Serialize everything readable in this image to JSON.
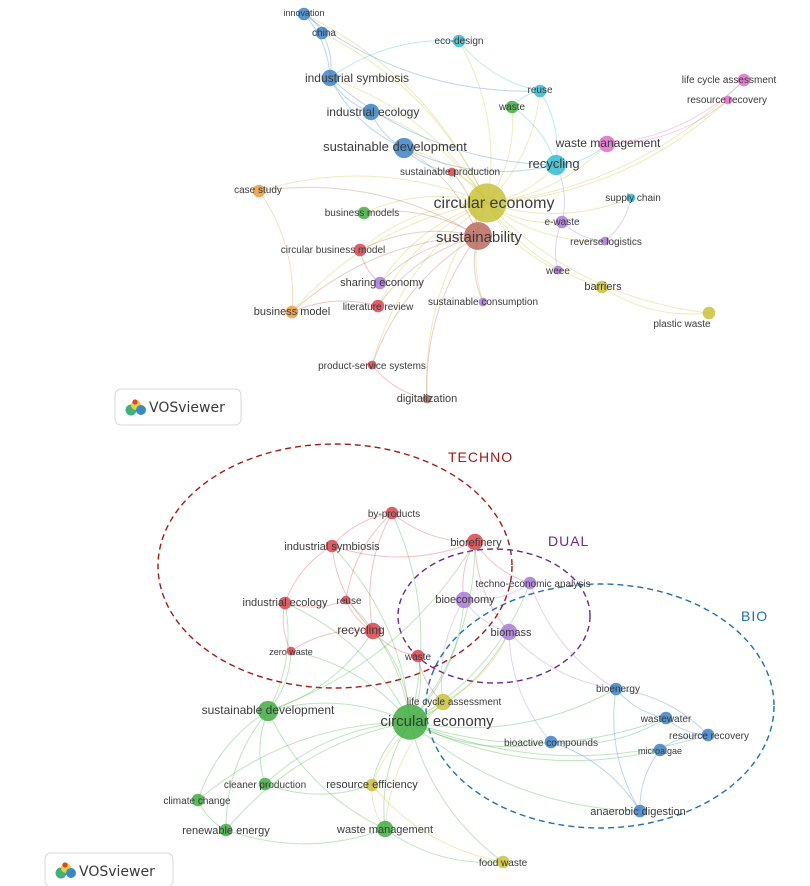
{
  "app_badge": {
    "label": "VOSviewer"
  },
  "colors": {
    "green": "#3fae3f",
    "olive": "#c9c23a",
    "blue": "#3b82c4",
    "cyan": "#34bcd0",
    "red": "#d9444e",
    "pink": "#df6fc8",
    "purple": "#a77ad6",
    "orange": "#ee9a3c",
    "brown": "#b96b5f",
    "techno": "#a31919",
    "dual": "#6b2a8c",
    "bio": "#1f6fb0"
  },
  "map_top": {
    "nodes": [
      {
        "label": "innovation",
        "cluster": "blue",
        "size": 2
      },
      {
        "label": "china",
        "cluster": "blue",
        "size": 2
      },
      {
        "label": "eco-design",
        "cluster": "cyan",
        "size": 2
      },
      {
        "label": "industrial symbiosis",
        "cluster": "blue",
        "size": 3
      },
      {
        "label": "life cycle assessment",
        "cluster": "pink",
        "size": 2
      },
      {
        "label": "resource recovery",
        "cluster": "pink",
        "size": 1
      },
      {
        "label": "reuse",
        "cluster": "cyan",
        "size": 2
      },
      {
        "label": "waste",
        "cluster": "green",
        "size": 2
      },
      {
        "label": "industrial ecology",
        "cluster": "blue",
        "size": 3
      },
      {
        "label": "waste management",
        "cluster": "pink",
        "size": 3
      },
      {
        "label": "sustainable development",
        "cluster": "blue",
        "size": 4
      },
      {
        "label": "recycling",
        "cluster": "cyan",
        "size": 4
      },
      {
        "label": "sustainable production",
        "cluster": "red",
        "size": 1
      },
      {
        "label": "case study",
        "cluster": "orange",
        "size": 2
      },
      {
        "label": "circular economy",
        "cluster": "olive",
        "size": 9
      },
      {
        "label": "supply chain",
        "cluster": "cyan",
        "size": 1
      },
      {
        "label": "business models",
        "cluster": "green",
        "size": 2
      },
      {
        "label": "e-waste",
        "cluster": "purple",
        "size": 2
      },
      {
        "label": "sustainability",
        "cluster": "brown",
        "size": 6
      },
      {
        "label": "circular business model",
        "cluster": "red",
        "size": 2
      },
      {
        "label": "reverse logistics",
        "cluster": "purple",
        "size": 1
      },
      {
        "label": "weee",
        "cluster": "purple",
        "size": 1
      },
      {
        "label": "sharing economy",
        "cluster": "purple",
        "size": 2
      },
      {
        "label": "barriers",
        "cluster": "olive",
        "size": 2
      },
      {
        "label": "literature review",
        "cluster": "red",
        "size": 2
      },
      {
        "label": "sustainable consumption",
        "cluster": "purple",
        "size": 1
      },
      {
        "label": "business model",
        "cluster": "orange",
        "size": 2
      },
      {
        "label": "plastic waste",
        "cluster": "olive",
        "size": 2
      },
      {
        "label": "product-service systems",
        "cluster": "red",
        "size": 1
      },
      {
        "label": "digitalization",
        "cluster": "brown",
        "size": 1
      }
    ]
  },
  "map_bottom": {
    "clusters": [
      {
        "label": "TECHNO",
        "color": "techno"
      },
      {
        "label": "DUAL",
        "color": "dual"
      },
      {
        "label": "BIO",
        "color": "bio"
      }
    ],
    "nodes": [
      {
        "label": "by-products",
        "cluster": "red",
        "size": 2
      },
      {
        "label": "industrial symbiosis",
        "cluster": "red",
        "size": 2
      },
      {
        "label": "biorefinery",
        "cluster": "red",
        "size": 3
      },
      {
        "label": "techno-economic analysis",
        "cluster": "purple",
        "size": 2
      },
      {
        "label": "industrial ecology",
        "cluster": "red",
        "size": 2
      },
      {
        "label": "reuse",
        "cluster": "red",
        "size": 1
      },
      {
        "label": "bioeconomy",
        "cluster": "purple",
        "size": 3
      },
      {
        "label": "recycling",
        "cluster": "red",
        "size": 3
      },
      {
        "label": "biomass",
        "cluster": "purple",
        "size": 3
      },
      {
        "label": "zero waste",
        "cluster": "red",
        "size": 1
      },
      {
        "label": "waste",
        "cluster": "red",
        "size": 2
      },
      {
        "label": "bioenergy",
        "cluster": "blue",
        "size": 2
      },
      {
        "label": "life cycle assessment",
        "cluster": "olive",
        "size": 3
      },
      {
        "label": "sustainable development",
        "cluster": "green",
        "size": 4
      },
      {
        "label": "circular economy",
        "cluster": "green",
        "size": 8
      },
      {
        "label": "wastewater",
        "cluster": "blue",
        "size": 2
      },
      {
        "label": "resource recovery",
        "cluster": "blue",
        "size": 2
      },
      {
        "label": "bioactive compounds",
        "cluster": "blue",
        "size": 2
      },
      {
        "label": "microalgae",
        "cluster": "blue",
        "size": 2
      },
      {
        "label": "cleaner production",
        "cluster": "green",
        "size": 2
      },
      {
        "label": "resource efficiency",
        "cluster": "olive",
        "size": 2
      },
      {
        "label": "climate change",
        "cluster": "green",
        "size": 2
      },
      {
        "label": "anaerobic digestion",
        "cluster": "blue",
        "size": 2
      },
      {
        "label": "renewable energy",
        "cluster": "green",
        "size": 2
      },
      {
        "label": "waste management",
        "cluster": "green",
        "size": 3
      },
      {
        "label": "food waste",
        "cluster": "olive",
        "size": 2
      }
    ]
  }
}
